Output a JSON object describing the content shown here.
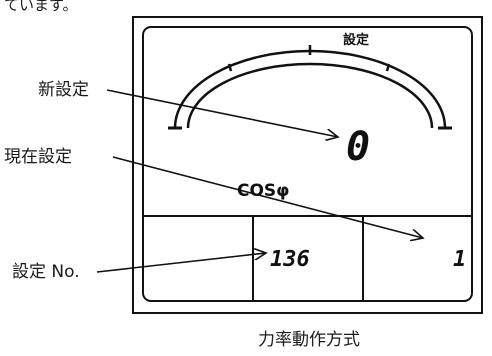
{
  "header_fragment": "ています。",
  "display": {
    "title_label": "設定",
    "main_value": "0",
    "cos_label": "COSφ",
    "setting_number_value": "136",
    "current_value": "1"
  },
  "callouts": {
    "new_setting": "新設定",
    "current_setting": "現在設定",
    "setting_no": "設定 No."
  },
  "caption": "力率動作方式"
}
